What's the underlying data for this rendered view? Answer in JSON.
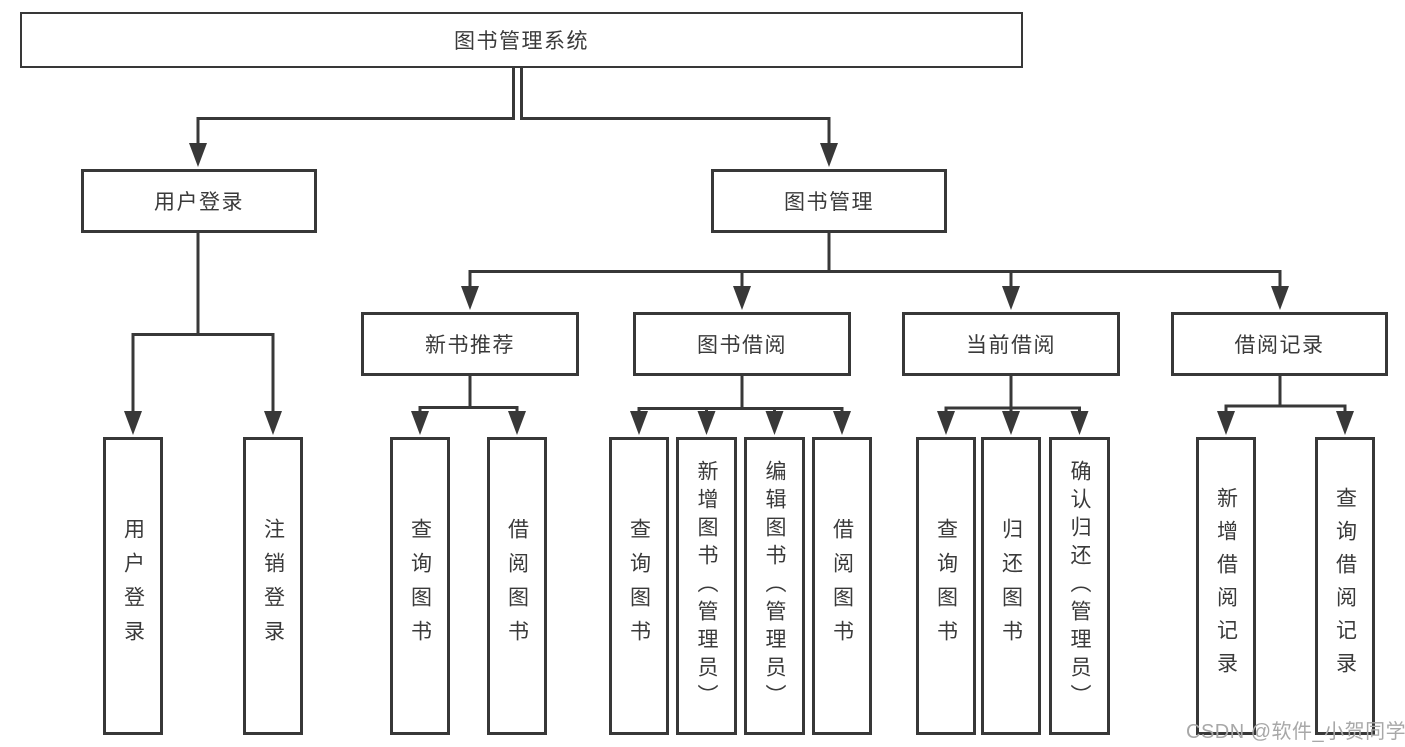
{
  "tree": {
    "label": "图书管理系统",
    "children": [
      {
        "label": "用户登录",
        "children": [
          {
            "label": "用户登录"
          },
          {
            "label": "注销登录"
          }
        ]
      },
      {
        "label": "图书管理",
        "children": [
          {
            "label": "新书推荐",
            "children": [
              {
                "label": "查询图书"
              },
              {
                "label": "借阅图书"
              }
            ]
          },
          {
            "label": "图书借阅",
            "children": [
              {
                "label": "查询图书"
              },
              {
                "label": "新增图书（管理员）"
              },
              {
                "label": "编辑图书（管理员）"
              },
              {
                "label": "借阅图书"
              }
            ]
          },
          {
            "label": "当前借阅",
            "children": [
              {
                "label": "查询图书"
              },
              {
                "label": "归还图书"
              },
              {
                "label": "确认归还（管理员）"
              }
            ]
          },
          {
            "label": "借阅记录",
            "children": [
              {
                "label": "新增借阅记录"
              },
              {
                "label": "查询借阅记录"
              }
            ]
          }
        ]
      }
    ]
  },
  "watermark": {
    "text": "CSDN @软件_小贺同学"
  },
  "colors": {
    "line": "#383838",
    "text": "#3a3a3a",
    "background": "#ffffff",
    "watermark": "#a8a8a8"
  }
}
